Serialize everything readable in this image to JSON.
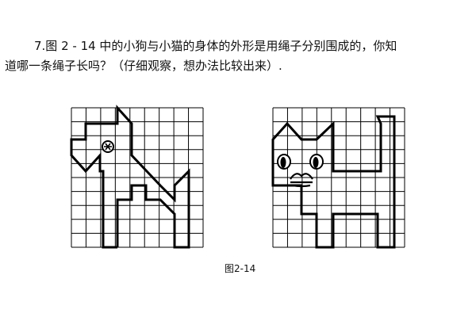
{
  "question": {
    "line1": "7.图 2 - 14 中的小狗与小猫的身体的外形是用绳子分别围成的，你知",
    "line2": "道哪一条绳子长吗？（仔细观察，想办法比较出来）."
  },
  "figure": {
    "caption": "图2-14",
    "grid_color": "#000000",
    "outline_color": "#000000",
    "panels": [
      {
        "name": "dog",
        "grid_cols": 9,
        "grid_rows": 10
      },
      {
        "name": "cat",
        "grid_cols": 9,
        "grid_rows": 10
      }
    ]
  }
}
